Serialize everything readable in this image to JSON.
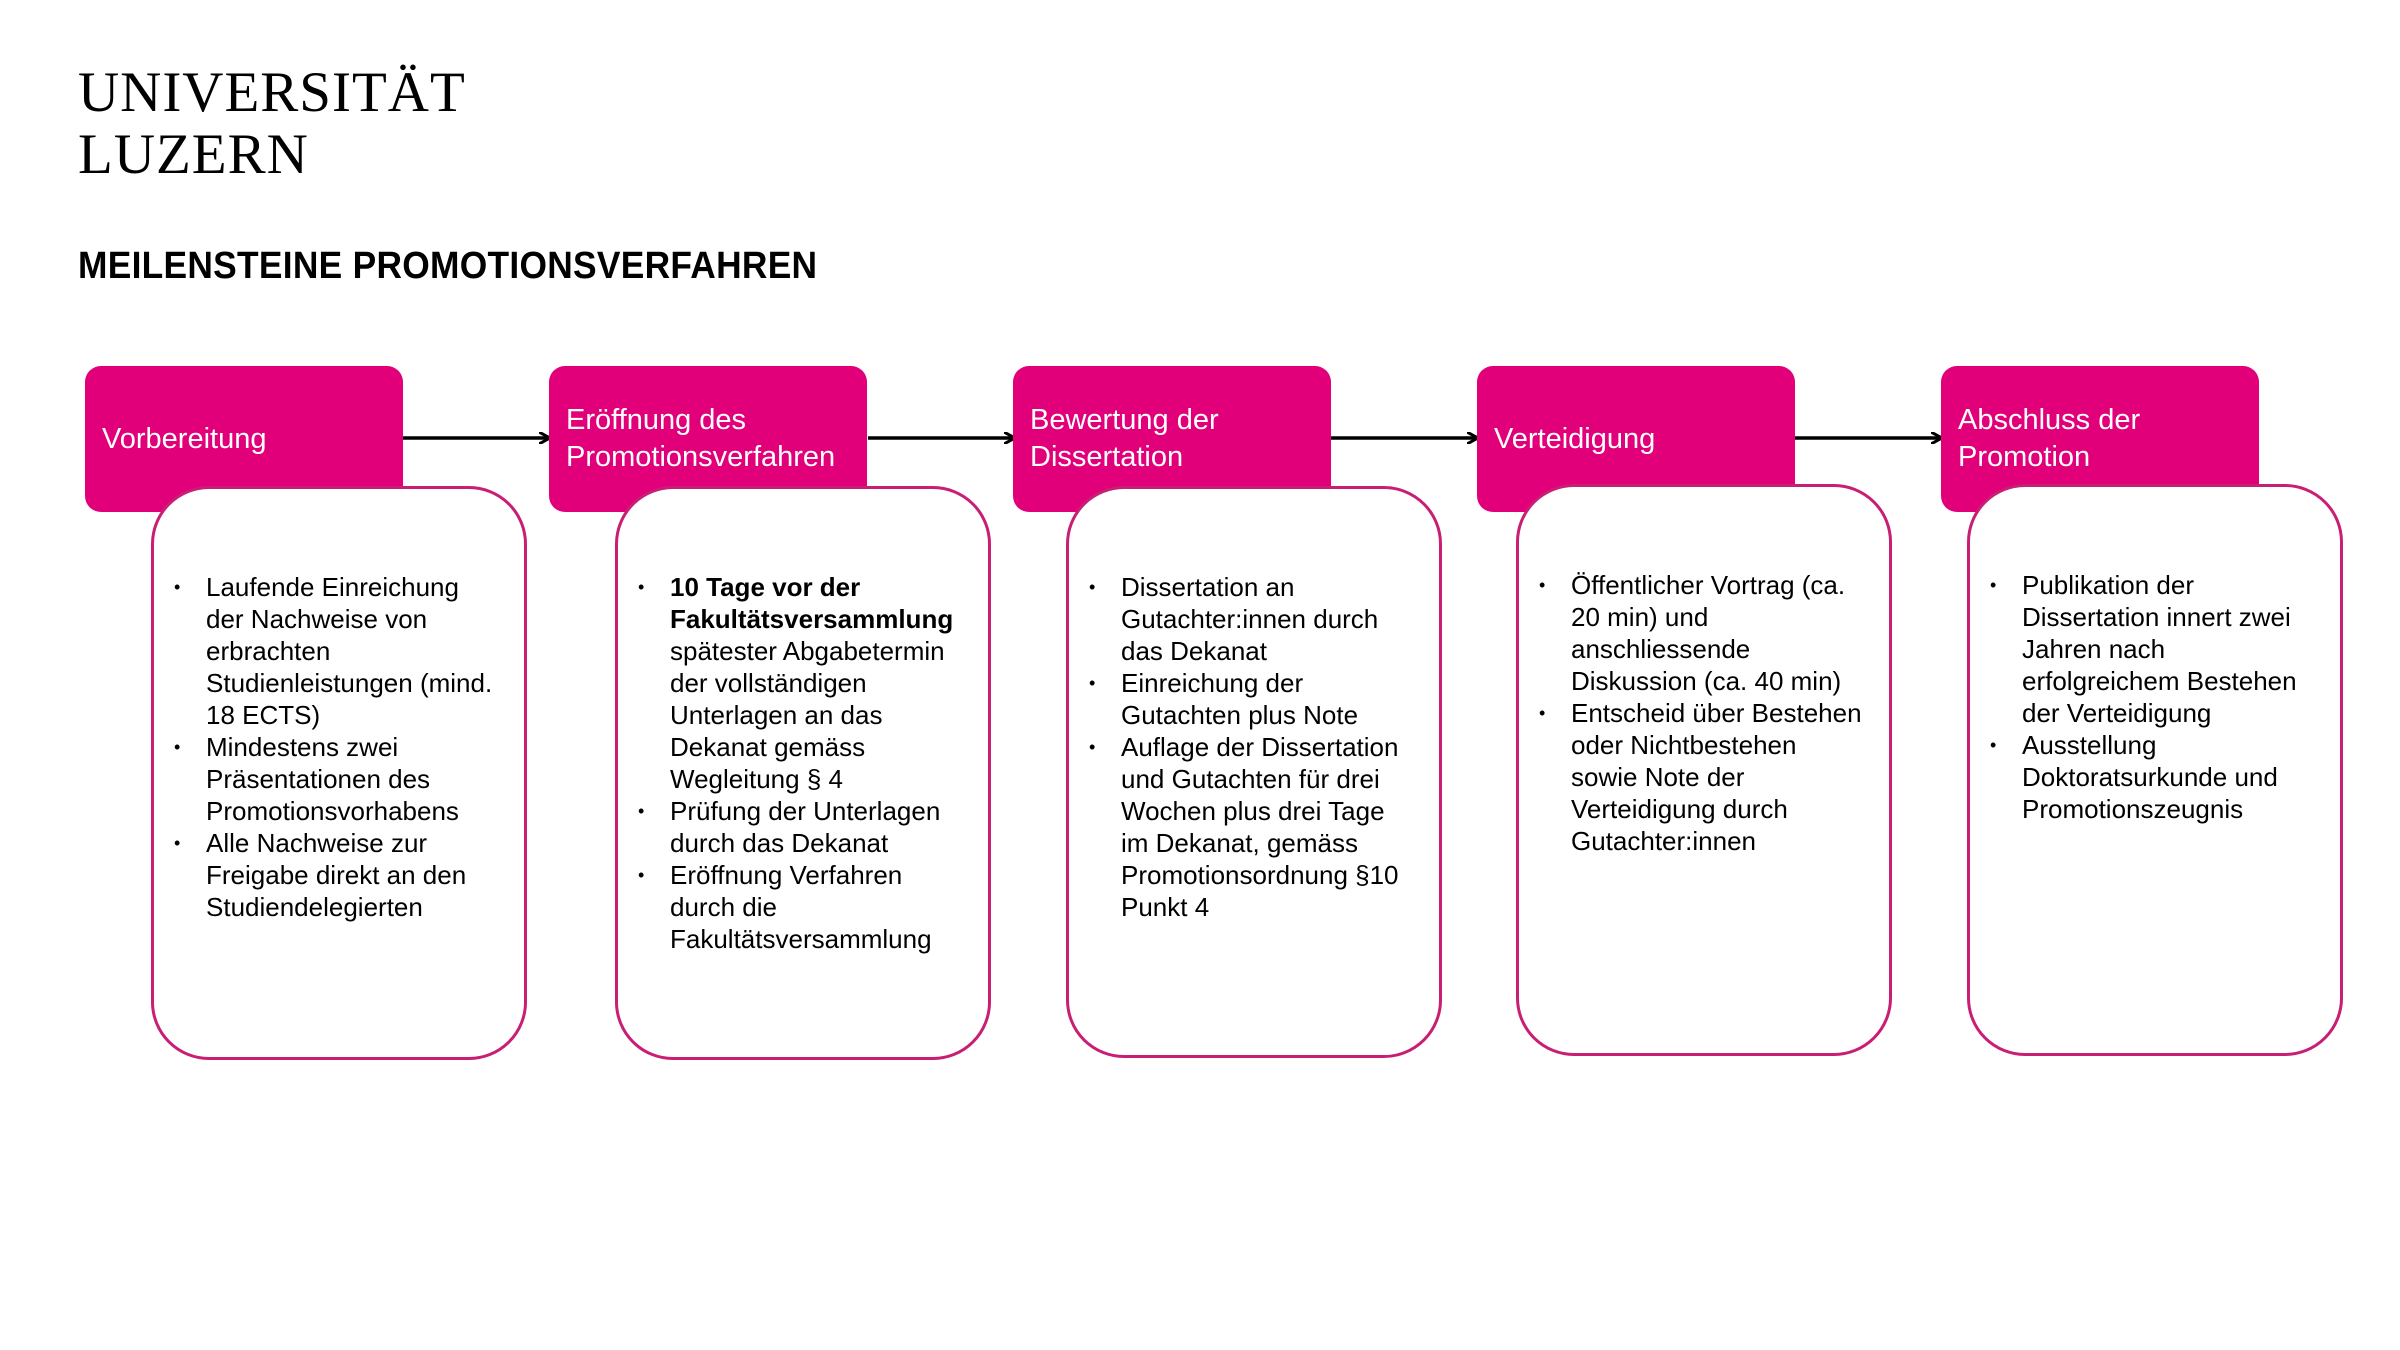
{
  "logo": {
    "line1": "UNIVERSITÄT",
    "line2": "LUZERN"
  },
  "title": "MEILENSTEINE PROMOTIONSVERFAHREN",
  "colors": {
    "brand_magenta": "#e2007a",
    "card_border": "#c81f74",
    "tab_pink": "#f7c6e0"
  },
  "stages": [
    {
      "label": "Vorbereitung",
      "items": [
        "Laufende Einreichung der Nachweise von erbrachten Studienleistungen (mind. 18 ECTS)",
        "Mindestens zwei Präsentationen des Promotionsvorhabens",
        "Alle Nachweise zur Freigabe direkt an den Studiendelegierten"
      ]
    },
    {
      "label": "Eröffnung des\nPromotionsverfahren",
      "items": [
        "10 Tage vor der Fakultätsversammlung spätester Abgabetermin der vollständigen Unterlagen an das Dekanat gemäss Wegleitung § 4",
        "Prüfung der Unterlagen durch das Dekanat",
        "Eröffnung Verfahren durch die Fakultätsversammlung"
      ],
      "item1_bold": "10 Tage vor der Fakultätsversammlung",
      "item1_rest": " spätester Abgabetermin der vollständigen Unterlagen an das Dekanat gemäss Wegleitung § 4"
    },
    {
      "label": "Bewertung der\nDissertation",
      "items": [
        "Dissertation an Gutachter:innen durch das Dekanat",
        "Einreichung der Gutachten plus Note",
        "Auflage der Dissertation und Gutachten für drei Wochen plus drei  Tage im Dekanat, gemäss Promotionsordnung §10 Punkt 4"
      ]
    },
    {
      "label": "Verteidigung",
      "items": [
        "Öffentlicher Vortrag (ca. 20 min) und anschliessende Diskussion (ca. 40 min)",
        "Entscheid über Bestehen oder Nichtbestehen sowie Note der Verteidigung durch Gutachter:innen"
      ]
    },
    {
      "label": "Abschluss der\nPromotion",
      "items": [
        "Publikation der Dissertation innert zwei Jahren nach erfolgreichem Bestehen der Verteidigung",
        "Ausstellung Doktoratsurkunde und Promotionszeugnis"
      ]
    }
  ]
}
